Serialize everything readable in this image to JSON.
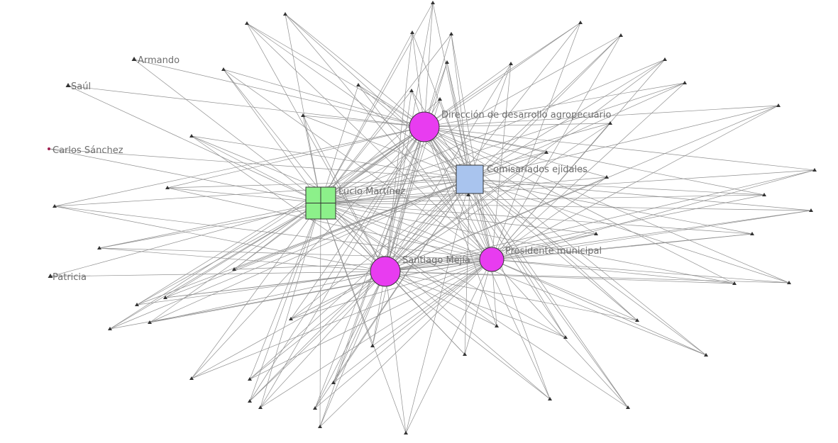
{
  "colors": {
    "background": "#ffffff",
    "edge": "#8f8f8f",
    "minor_node": "#333333",
    "magenta_hub": "#e83cf0",
    "green_square": "#8cf08a",
    "blue_square": "#a9c4ee",
    "label": "#6e6e6e"
  },
  "hub_nodes": [
    {
      "id": "direccion",
      "label": "Dirección de desarrollo agropecuario",
      "shape": "circle"
    },
    {
      "id": "comisariados",
      "label": "Comisariados ejidales",
      "shape": "square"
    },
    {
      "id": "lucio",
      "label": "Lucio Martínez",
      "shape": "square-grid"
    },
    {
      "id": "santiago",
      "label": "Santiago Mejía",
      "shape": "circle"
    },
    {
      "id": "presidente",
      "label": "Presidente municipal",
      "shape": "circle"
    }
  ],
  "labeled_minor_nodes": [
    {
      "id": "armando",
      "label": "Armando"
    },
    {
      "id": "saul",
      "label": "Saúl"
    },
    {
      "id": "carlos",
      "label": "Carlos Sánchez"
    },
    {
      "id": "patricia",
      "label": "Patricia"
    }
  ]
}
